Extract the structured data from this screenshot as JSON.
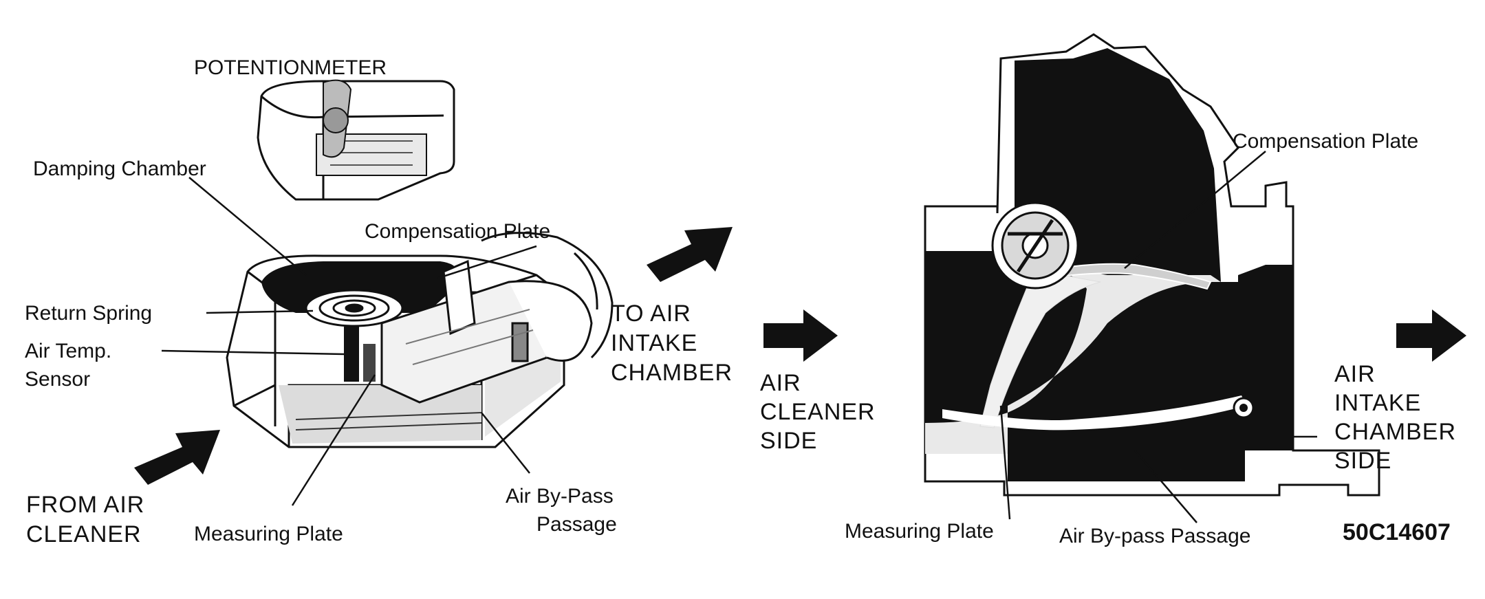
{
  "left_figure": {
    "potentiometer": "POTENTIONMETER",
    "damping_chamber": "Damping Chamber",
    "compensation_plate": "Compensation Plate",
    "return_spring": "Return Spring",
    "air_temp_line1": "Air Temp.",
    "air_temp_line2": "Sensor",
    "from_air_line1": "FROM AIR",
    "from_air_line2": "CLEANER",
    "measuring_plate": "Measuring Plate",
    "bypass_line1": "Air By-Pass",
    "bypass_line2": "Passage",
    "to_air_line1": "TO AIR",
    "to_air_line2": "INTAKE",
    "to_air_line3": "CHAMBER"
  },
  "right_figure": {
    "compensation_plate": "Compensation Plate",
    "air_cleaner_line1": "AIR",
    "air_cleaner_line2": "CLEANER",
    "air_cleaner_line3": "SIDE",
    "air_intake_line1": "AIR",
    "air_intake_line2": "INTAKE",
    "air_intake_line3": "CHAMBER",
    "air_intake_line4": "SIDE",
    "measuring_plate": "Measuring Plate",
    "bypass_passage": "Air By-pass Passage",
    "figure_code": "50C14607"
  }
}
